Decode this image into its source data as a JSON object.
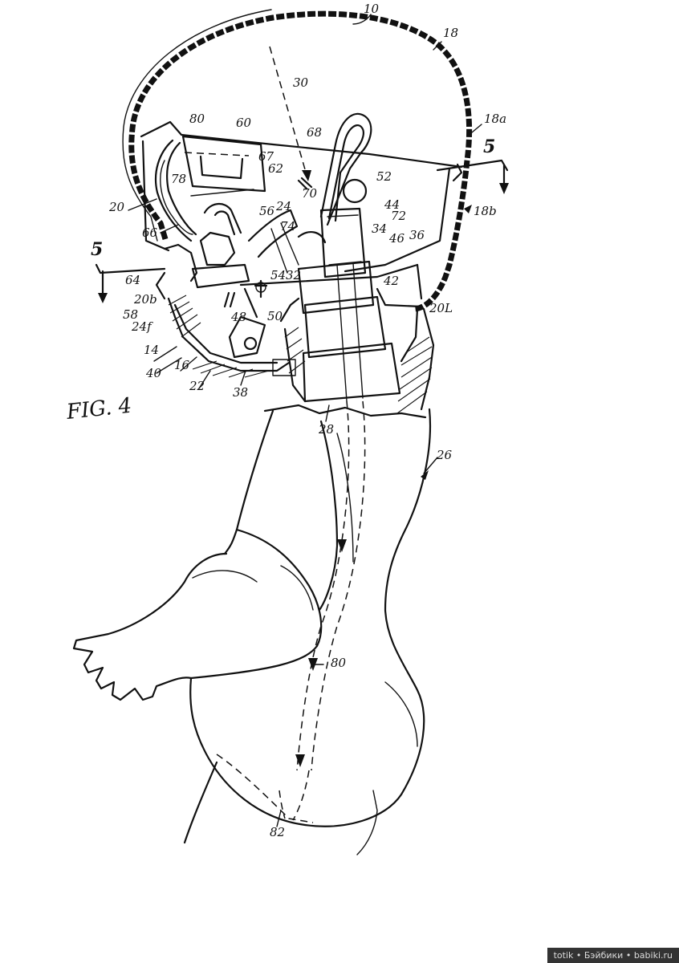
{
  "figure": {
    "label": "FIG. 4",
    "section_marker": "5"
  },
  "reference_labels": [
    {
      "id": "10",
      "text": "10"
    },
    {
      "id": "18",
      "text": "18"
    },
    {
      "id": "18a",
      "text": "18a"
    },
    {
      "id": "18b",
      "text": "18b"
    },
    {
      "id": "30",
      "text": "30"
    },
    {
      "id": "80-top",
      "text": "80"
    },
    {
      "id": "60",
      "text": "60"
    },
    {
      "id": "68",
      "text": "68"
    },
    {
      "id": "67",
      "text": "67"
    },
    {
      "id": "62",
      "text": "62"
    },
    {
      "id": "78",
      "text": "78"
    },
    {
      "id": "52",
      "text": "52"
    },
    {
      "id": "70",
      "text": "70"
    },
    {
      "id": "20",
      "text": "20"
    },
    {
      "id": "56",
      "text": "56"
    },
    {
      "id": "24",
      "text": "24"
    },
    {
      "id": "74",
      "text": "74"
    },
    {
      "id": "44",
      "text": "44"
    },
    {
      "id": "72",
      "text": "72"
    },
    {
      "id": "66",
      "text": "66"
    },
    {
      "id": "34",
      "text": "34"
    },
    {
      "id": "46",
      "text": "46"
    },
    {
      "id": "36",
      "text": "36"
    },
    {
      "id": "64",
      "text": "64"
    },
    {
      "id": "54",
      "text": "54"
    },
    {
      "id": "32",
      "text": "32"
    },
    {
      "id": "42",
      "text": "42"
    },
    {
      "id": "20b",
      "text": "20b"
    },
    {
      "id": "58",
      "text": "58"
    },
    {
      "id": "24f",
      "text": "24f"
    },
    {
      "id": "48",
      "text": "48"
    },
    {
      "id": "50",
      "text": "50"
    },
    {
      "id": "20l",
      "text": "20L"
    },
    {
      "id": "14",
      "text": "14"
    },
    {
      "id": "40",
      "text": "40"
    },
    {
      "id": "16",
      "text": "16"
    },
    {
      "id": "22",
      "text": "22"
    },
    {
      "id": "38",
      "text": "38"
    },
    {
      "id": "28",
      "text": "28"
    },
    {
      "id": "26",
      "text": "26"
    },
    {
      "id": "80-body",
      "text": "80"
    },
    {
      "id": "82",
      "text": "82"
    }
  ],
  "watermark": "totik • Бэйбики • babiki.ru"
}
